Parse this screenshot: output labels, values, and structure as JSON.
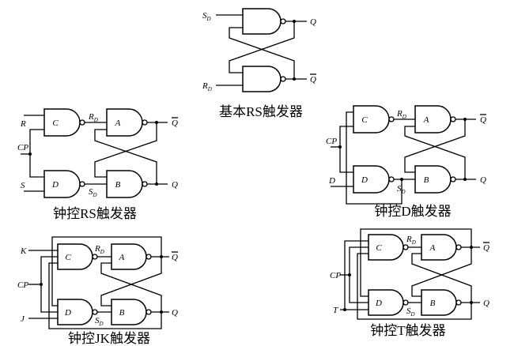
{
  "basic_rs": {
    "inputs": {
      "set": "S",
      "set_sub": "D",
      "reset": "R",
      "reset_sub": "D"
    },
    "outputs": {
      "q": "Q",
      "q_bar": "Q"
    },
    "caption": "基本RS触发器"
  },
  "clocked_rs": {
    "inputs": {
      "r": "R",
      "cp": "CP",
      "s": "S"
    },
    "gates": [
      "C",
      "A",
      "D",
      "B"
    ],
    "internal": {
      "rd": "R",
      "rd_sub": "D",
      "sd": "S",
      "sd_sub": "D"
    },
    "outputs": {
      "q_bar": "Q",
      "q": "Q"
    },
    "caption": "钟控RS触发器"
  },
  "clocked_d": {
    "inputs": {
      "cp": "CP",
      "d": "D"
    },
    "gates": [
      "C",
      "A",
      "D",
      "B"
    ],
    "internal": {
      "rd": "R",
      "rd_sub": "D",
      "sd": "S",
      "sd_sub": "D"
    },
    "outputs": {
      "q_bar": "Q",
      "q": "Q"
    },
    "caption": "钟控D触发器"
  },
  "clocked_jk": {
    "inputs": {
      "k": "K",
      "cp": "CP",
      "j": "J"
    },
    "gates": [
      "C",
      "A",
      "D",
      "B"
    ],
    "internal": {
      "rd": "R",
      "rd_sub": "D",
      "sd": "S",
      "sd_sub": "D"
    },
    "outputs": {
      "q_bar": "Q",
      "q": "Q"
    },
    "caption": "钟控JK触发器"
  },
  "clocked_t": {
    "inputs": {
      "cp": "CP",
      "t": "T"
    },
    "gates": [
      "C",
      "A",
      "D",
      "B"
    ],
    "internal": {
      "rd": "R",
      "rd_sub": "D",
      "sd": "S",
      "sd_sub": "D"
    },
    "outputs": {
      "q_bar": "Q",
      "q": "Q"
    },
    "caption": "钟控T触发器"
  },
  "colors": {
    "ink": "#000000",
    "background": "#ffffff"
  }
}
